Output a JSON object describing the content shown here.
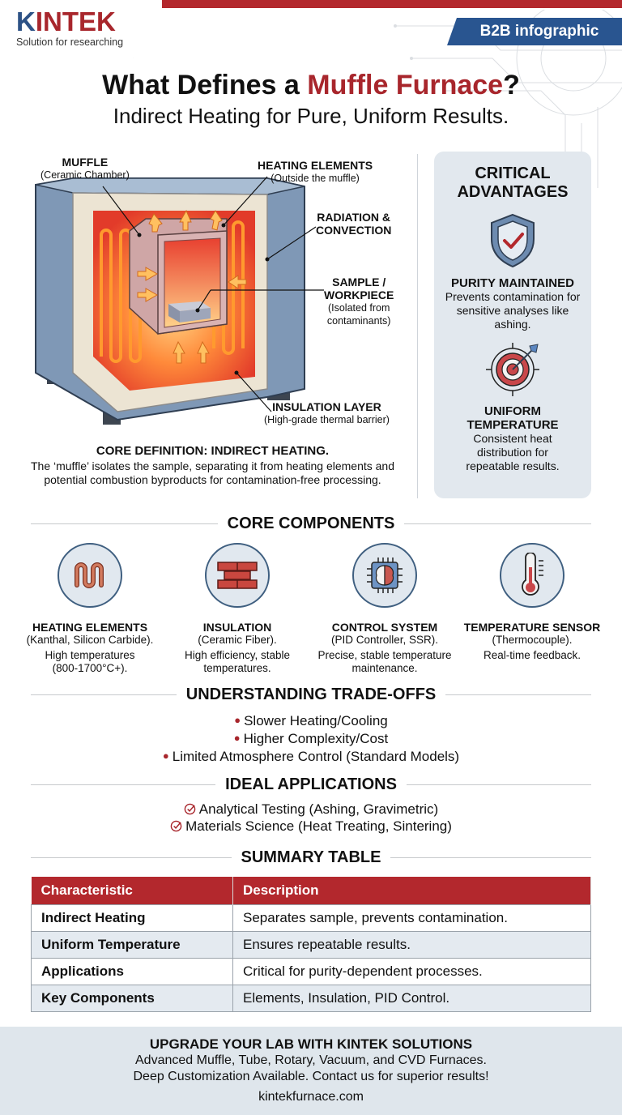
{
  "header": {
    "logo_text_k": "K",
    "logo_text_rest": "INTEK",
    "logo_tagline": "Solution for researching",
    "badge": "B2B infographic",
    "title_prefix": "What Defines a ",
    "title_accent": "Muffle Furnace",
    "title_suffix": "?",
    "subtitle": "Indirect Heating for Pure, Uniform Results."
  },
  "colors": {
    "brand_red": "#b3282d",
    "brand_blue": "#295590",
    "panel_bg": "#e2e8ee",
    "footer_bg": "#dfe6ec"
  },
  "diagram": {
    "labels": [
      {
        "title": "MUFFLE",
        "sub": "(Ceramic Chamber)"
      },
      {
        "title": "HEATING ELEMENTS",
        "sub": "(Outside the muffle)"
      },
      {
        "title": "RADIATION &",
        "title2": "CONVECTION"
      },
      {
        "title": "SAMPLE /",
        "title2": "WORKPIECE",
        "sub": "(Isolated from",
        "sub2": "contaminants)"
      },
      {
        "title": "INSULATION LAYER",
        "sub": "(High-grade thermal barrier)"
      }
    ]
  },
  "core_definition": {
    "title": "CORE DEFINITION: INDIRECT HEATING.",
    "body": "The ‘muffle’ isolates the sample, separating it from heating elements and potential combustion byproducts for contamination-free processing."
  },
  "advantages": {
    "title_line1": "CRITICAL",
    "title_line2": "ADVANTAGES",
    "items": [
      {
        "icon": "shield-check-icon",
        "title": "PURITY MAINTAINED",
        "body": "Prevents contamination for sensitive analyses like ashing."
      },
      {
        "icon": "target-icon",
        "title_line1": "UNIFORM",
        "title_line2": "TEMPERATURE",
        "body": "Consistent heat distribution for repeatable results."
      }
    ]
  },
  "components": {
    "heading": "CORE COMPONENTS",
    "items": [
      {
        "icon": "heating-coil-icon",
        "title": "HEATING ELEMENTS",
        "sub": "(Kanthal, Silicon Carbide).",
        "body": "High temperatures (800-1700°C+)."
      },
      {
        "icon": "brick-wall-icon",
        "title": "INSULATION",
        "sub": "(Ceramic Fiber).",
        "body": "High efficiency, stable temperatures."
      },
      {
        "icon": "chip-brain-icon",
        "title": "CONTROL SYSTEM",
        "sub": "(PID Controller, SSR).",
        "body": "Precise, stable temperature maintenance."
      },
      {
        "icon": "thermometer-icon",
        "title": "TEMPERATURE SENSOR",
        "sub": "(Thermocouple).",
        "body": "Real-time feedback."
      }
    ]
  },
  "tradeoffs": {
    "heading": "UNDERSTANDING TRADE-OFFS",
    "items": [
      "Slower Heating/Cooling",
      "Higher Complexity/Cost",
      "Limited Atmosphere Control (Standard Models)"
    ]
  },
  "applications": {
    "heading": "IDEAL APPLICATIONS",
    "items": [
      "Analytical Testing (Ashing, Gravimetric)",
      "Materials Science (Heat Treating, Sintering)"
    ]
  },
  "summary_table": {
    "heading": "SUMMARY TABLE",
    "columns": [
      "Characteristic",
      "Description"
    ],
    "rows": [
      [
        "Indirect Heating",
        "Separates sample, prevents contamination."
      ],
      [
        "Uniform Temperature",
        "Ensures repeatable results."
      ],
      [
        "Applications",
        "Critical for purity-dependent processes."
      ],
      [
        "Key Components",
        "Elements, Insulation, PID Control."
      ]
    ]
  },
  "footer": {
    "title": "UPGRADE YOUR LAB WITH KINTEK SOLUTIONS",
    "line1": "Advanced Muffle, Tube, Rotary, Vacuum, and CVD Furnaces.",
    "line2": "Deep Customization Available. Contact us for superior results!",
    "url": "kintekfurnace.com"
  }
}
